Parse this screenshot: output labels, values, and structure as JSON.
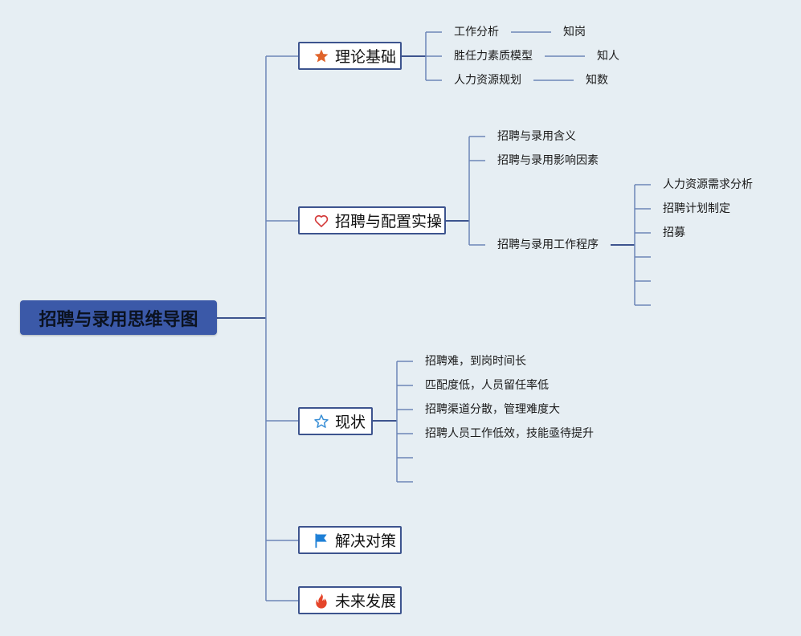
{
  "root": {
    "title": "招聘与录用思维导图"
  },
  "branches": [
    {
      "label": "理论基础",
      "icon": "star-filled-icon",
      "color": "#e0632a",
      "children": [
        {
          "label": "工作分析",
          "note": "知岗"
        },
        {
          "label": "胜任力素质模型",
          "note": "知人"
        },
        {
          "label": "人力资源规划",
          "note": "知数"
        }
      ]
    },
    {
      "label": "招聘与配置实操",
      "icon": "heart-outline-icon",
      "color": "#d43a3a",
      "children": [
        {
          "label": "招聘与录用含义"
        },
        {
          "label": "招聘与录用影响因素"
        },
        {
          "label": "招聘与录用工作程序",
          "children": [
            "人力资源需求分析",
            "招聘计划制定",
            "招募",
            "",
            "",
            ""
          ]
        }
      ]
    },
    {
      "label": "现状",
      "icon": "star-outline-icon",
      "color": "#3a8fd6",
      "children": [
        "招聘难，到岗时间长",
        "匹配度低，人员留任率低",
        "招聘渠道分散，管理难度大",
        "招聘人员工作低效，技能亟待提升",
        "",
        ""
      ]
    },
    {
      "label": "解决对策",
      "icon": "flag-icon",
      "color": "#1d7fd6"
    },
    {
      "label": "未来发展",
      "icon": "fire-icon",
      "color": "#e5452a"
    }
  ],
  "line_color": "#6d86b8"
}
